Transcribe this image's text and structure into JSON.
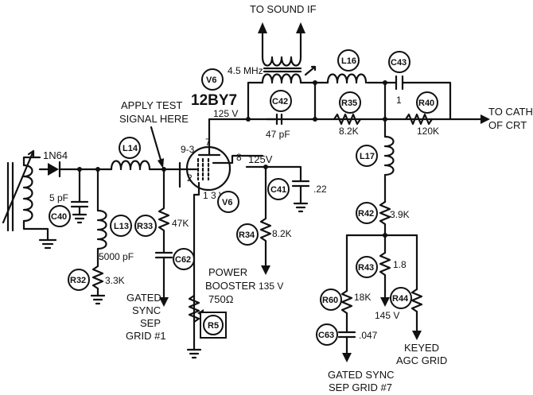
{
  "labels": {
    "to_sound_if": "TO SOUND IF",
    "freq": "4.5 MHz",
    "tube_type": "12BY7",
    "apply_test_1": "APPLY TEST",
    "apply_test_2": "SIGNAL HERE",
    "to_cath_1": "TO CATH",
    "to_cath_2": "OF CRT",
    "gated_sync_1": "GATED",
    "gated_sync_2": "SYNC",
    "gated_sync_3": "SEP",
    "gated_sync_4": "GRID #1",
    "power_booster_1": "POWER",
    "power_booster_2": "BOOSTER",
    "power_booster_3": "750Ω",
    "keyed_agc_1": "KEYED",
    "keyed_agc_2": "AGC GRID",
    "gated_sync_7_1": "GATED SYNC",
    "gated_sync_7_2": "SEP GRID #7"
  },
  "components": {
    "v6_top": "V6",
    "v6_bottom": "V6",
    "l14": "L14",
    "l13": "L13",
    "l16": "L16",
    "l17": "L17",
    "c40": "C40",
    "c41": "C41",
    "c42": "C42",
    "c43": "C43",
    "c62": "C62",
    "c63": "C63",
    "r32": "R32",
    "r33": "R33",
    "r34": "R34",
    "r35": "R35",
    "r40": "R40",
    "r42": "R42",
    "r43": "R43",
    "r44": "R44",
    "r5": "R5",
    "r60": "R60",
    "diode": "1N64"
  },
  "values": {
    "v125_top": "125 V",
    "v125_mid": "125V",
    "c42_val": "47 pF",
    "r35_val": "8.2K",
    "c43_val": "1",
    "r40_val": "120K",
    "c41_val": ".22",
    "r34_val": "8.2K",
    "v135": "135 V",
    "r33_val": "47K",
    "c62_val": "5000 pF",
    "c40_val": "5 pF",
    "r32_val": "3.3K",
    "r42_val": "3.9K",
    "r43_val": "1.8",
    "v145": "145 V",
    "r60_val": "18K",
    "c63_val": ".047",
    "pin_93": "9-3",
    "pin_7": "7",
    "pin_8": "8",
    "pin_2": "2",
    "pin_1": "1",
    "pin_3v": "3 V"
  }
}
